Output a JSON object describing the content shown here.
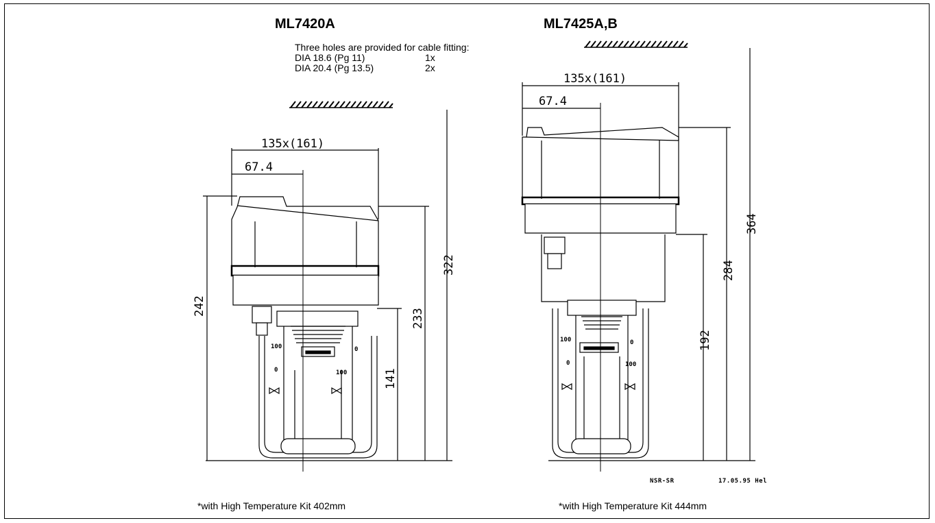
{
  "left": {
    "title": "ML7420A",
    "note_lines": [
      {
        "text": "Three holes are provided for cable fitting:",
        "qty": ""
      },
      {
        "text": "DIA 18.6 (Pg 11)",
        "qty": "1x"
      },
      {
        "text": "DIA 20.4 (Pg 13.5)",
        "qty": "2x"
      }
    ],
    "dims": {
      "width": "135x(161)",
      "half": "67.4",
      "h242": "242",
      "h322": "322",
      "h233": "233",
      "h141": "141"
    },
    "scale": {
      "top": "100",
      "bottom": "0",
      "right_top": "0",
      "right_bottom": "100"
    },
    "footnote": "*with High Temperature Kit 402mm"
  },
  "right": {
    "title": "ML7425A,B",
    "dims": {
      "width": "135x(161)",
      "half": "67.4",
      "h364": "364",
      "h284": "284",
      "h192": "192"
    },
    "scale": {
      "top": "100",
      "bottom": "0",
      "right_top": "0",
      "right_bottom": "100"
    },
    "footnote": "*with High Temperature Kit 444mm",
    "code": "NSR-SR",
    "date": "17.05.95 Hel"
  }
}
